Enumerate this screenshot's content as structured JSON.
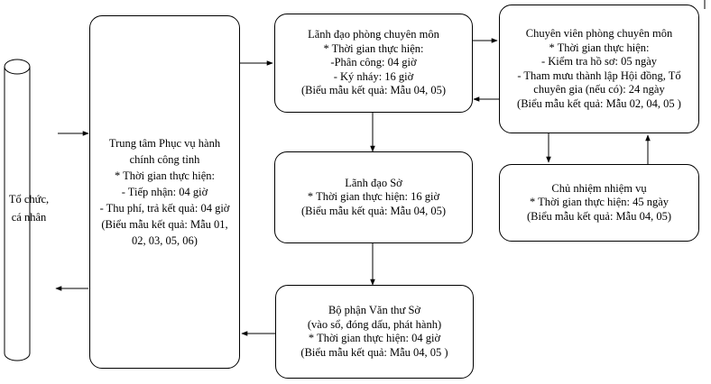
{
  "actor": {
    "lines": [
      "Tổ chức,",
      "cá nhân"
    ]
  },
  "nodes": {
    "trung_tam": {
      "lines": [
        "Trung tâm Phục vụ hành",
        "chính công tỉnh",
        "* Thời gian thực hiện:",
        "- Tiếp nhận: 04 giờ",
        "- Thu phí, trả kết quả: 04 giờ",
        "(Biểu mẫu kết quả: Mẫu 01,",
        "02, 03, 05, 06)"
      ]
    },
    "lanh_dao_phong": {
      "lines": [
        "Lãnh đạo phòng chuyên môn",
        "* Thời gian thực hiện:",
        "-Phân công: 04 giờ",
        "- Ký nháy: 16 giờ",
        "(Biểu mẫu kết quả: Mẫu 04, 05)"
      ]
    },
    "chuyen_vien": {
      "lines": [
        "Chuyên viên phòng chuyên môn",
        "* Thời gian thực hiện:",
        "- Kiểm tra hồ sơ: 05 ngày",
        "- Tham mưu thành lập Hội đồng, Tổ",
        "chuyên gia (nếu có): 24 ngày",
        "(Biểu mẫu kết quả: Mẫu 02, 04, 05 )"
      ]
    },
    "lanh_dao_so": {
      "lines": [
        "Lãnh đạo Sở",
        "* Thời gian thực hiện: 16 giờ",
        "(Biểu mẫu kết quả: Mẫu 04, 05)"
      ]
    },
    "chu_nhiem": {
      "lines": [
        "Chủ nhiệm nhiệm vụ",
        "* Thời gian thực hiện: 45 ngày",
        "(Biểu mẫu kết quả: Mẫu 04, 05)"
      ]
    },
    "van_thu": {
      "lines": [
        "Bộ phận Văn thư Sở",
        "(vào sổ, đóng dấu, phát hành)",
        "* Thời gian thực hiện: 04 giờ",
        "(Biểu mẫu kết quả: Mẫu 04, 05 )"
      ]
    }
  }
}
